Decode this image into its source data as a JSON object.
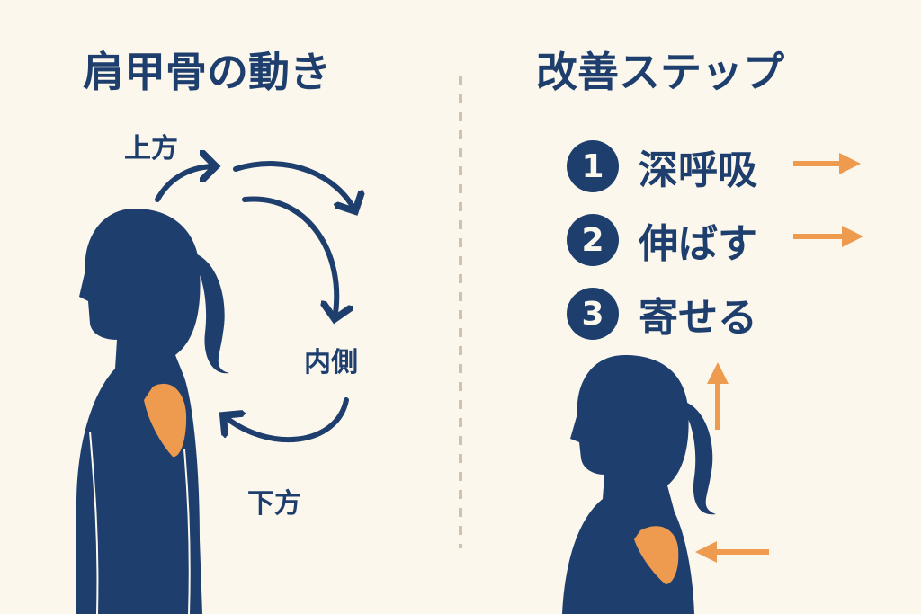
{
  "left": {
    "title": "肩甲骨の動き",
    "labels": {
      "upward": "上方",
      "inner": "内側",
      "downward": "下方"
    }
  },
  "right": {
    "title": "改善ステップ",
    "steps": [
      {
        "number": "1",
        "label": "深呼吸"
      },
      {
        "number": "2",
        "label": "伸ばす"
      },
      {
        "number": "3",
        "label": "寄せる"
      }
    ]
  },
  "colors": {
    "background": "#fcf7ec",
    "navy": "#1e3f6e",
    "orange": "#ee9a4f",
    "divider": "#cfc3b0"
  }
}
